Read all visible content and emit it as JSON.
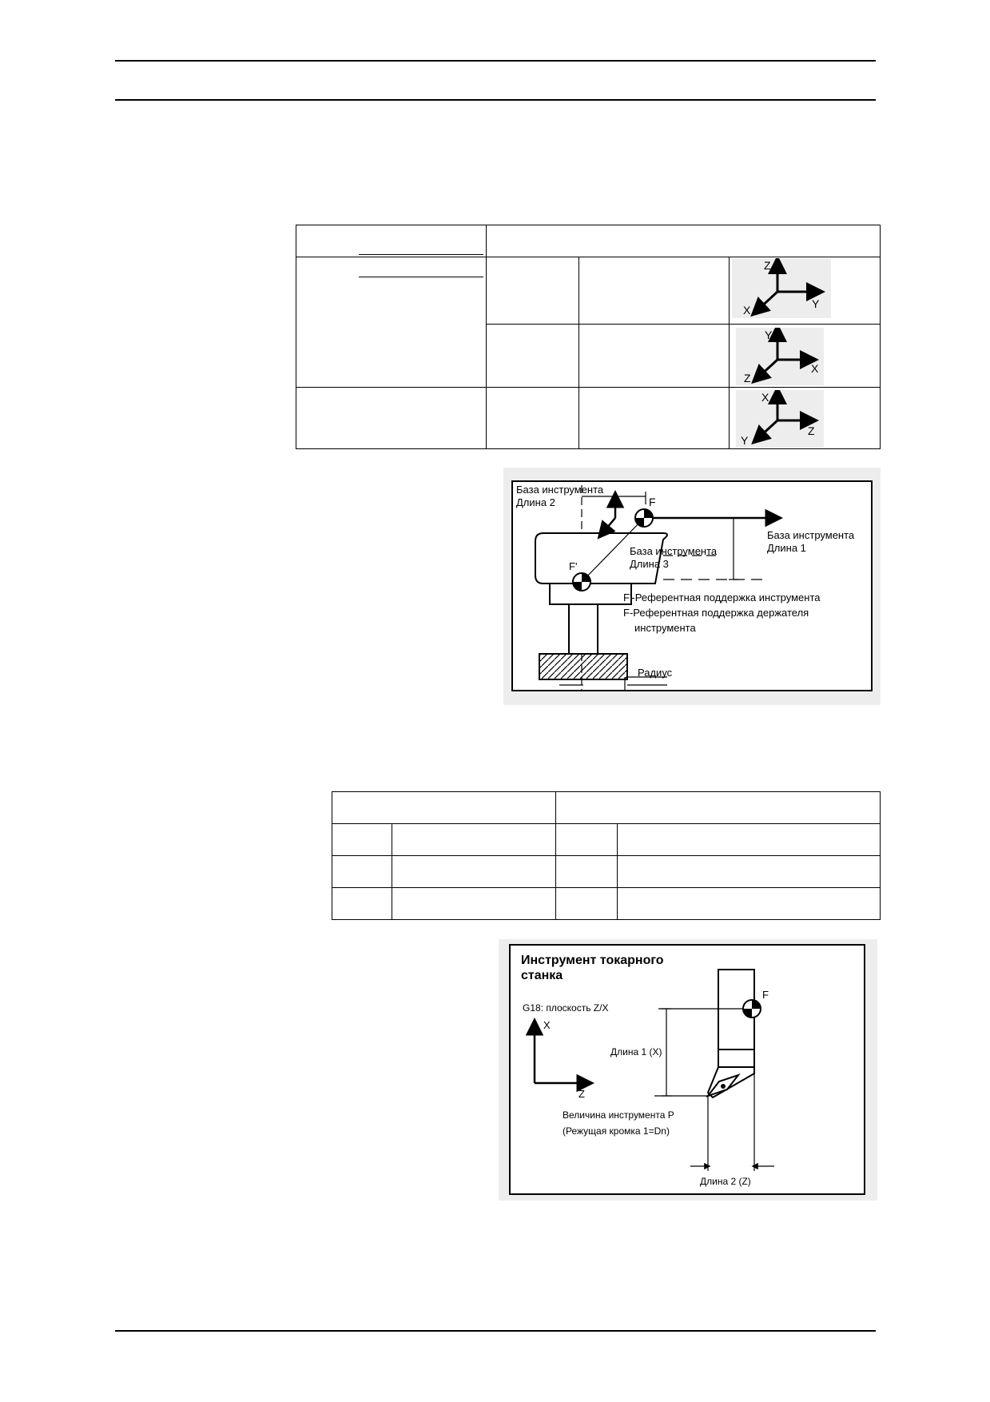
{
  "figure_milling": {
    "labels": {
      "base_length2_line1": "База инструмента",
      "base_length2_line2": "Длина 2",
      "point_f": "F",
      "base_length1_line1": "База инструмента",
      "base_length1_line2": "Длина 1",
      "base_length3_line1": "База инструмента",
      "base_length3_line2": "Длина 3",
      "point_f_prime": "F'",
      "legend_f_prime": "F'-Референтная поддержка инструмента",
      "legend_f_line1": "F-Референтная поддержка держателя",
      "legend_f_line2": "инструмента",
      "radius": "Радиус"
    }
  },
  "axes_table": {
    "row1_axes": {
      "vertical": "Z",
      "right": "Y",
      "diag": "X"
    },
    "row2_axes": {
      "vertical": "Y",
      "right": "X",
      "diag": "Z"
    },
    "row3_axes": {
      "vertical": "X",
      "right": "Z",
      "diag": "Y"
    }
  },
  "figure_lathe": {
    "labels": {
      "title_line1": "Инструмент токарного",
      "title_line2": "станка",
      "plane": "G18: плоскость  Z/X",
      "axis_x": "X",
      "axis_z": "Z",
      "length1": "Длина 1  (X)",
      "point_f": "F",
      "size_p": "Величина инструмента  P",
      "edge": "(Режущая кромка 1=Dn)",
      "length2": "Длина 2  (Z)"
    }
  }
}
